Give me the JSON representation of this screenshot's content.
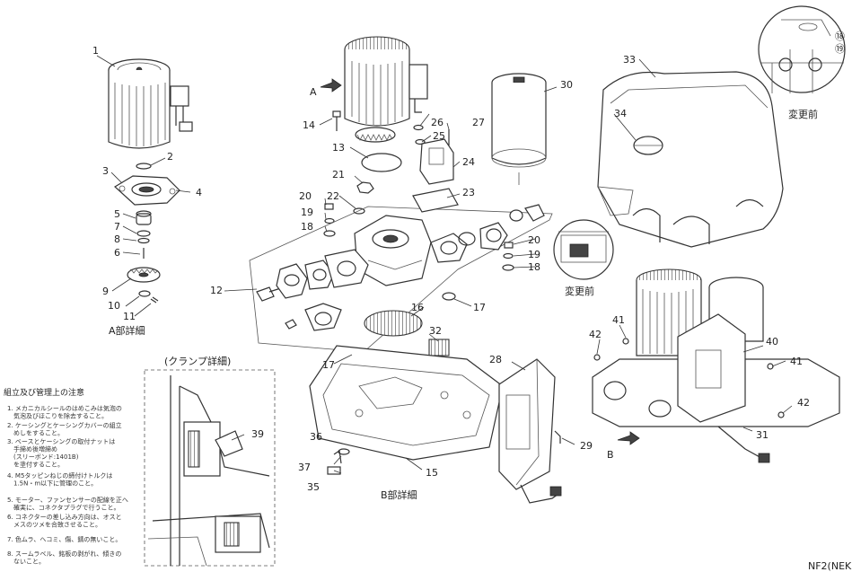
{
  "captions": {
    "a_detail": "A部詳細",
    "b_detail": "B部詳細",
    "clamp_detail": "(クランプ詳細)",
    "before_change_1": "変更前",
    "before_change_2": "変更前",
    "arrow_a": "A",
    "arrow_b": "B",
    "footer_code": "NF2(NEK"
  },
  "notes": {
    "title": "組立及び管理上の注意",
    "items": [
      "1. メカニカルシールのはめこみは気泡の\n　気泡及びほこりを除去すること。",
      "2. ケーシングとケーシングカバーの組立\n　めしをすること。",
      "3. ベースとケーシングの取付ナットは\n　手締め後増締め\n　(スリーボンド:1401B)\n　を塗付すること。",
      "4. M5タッピンねじの締付けトルクは\n　1.5N・m以下に管理のこと。",
      "5. モーター、ファンセンサーの配線を正へ\n　確実に、コネクタプラグで行うこと。",
      "6. コネクターの差し込み方向は、オスと\n　メスのツメを合致させること。",
      "7. 色ムラ、ヘコミ、傷、錆の無いこと。",
      "8. スームラベル、銘板の剥がれ、傾きの\n　ないこと。"
    ]
  },
  "labels": [
    {
      "id": "1",
      "text": "1"
    },
    {
      "id": "2",
      "text": "2"
    },
    {
      "id": "3",
      "text": "3"
    },
    {
      "id": "4",
      "text": "4"
    },
    {
      "id": "5",
      "text": "5"
    },
    {
      "id": "7",
      "text": "7"
    },
    {
      "id": "8",
      "text": "8"
    },
    {
      "id": "6",
      "text": "6"
    },
    {
      "id": "9",
      "text": "9"
    },
    {
      "id": "10",
      "text": "10"
    },
    {
      "id": "11",
      "text": "11"
    },
    {
      "id": "12",
      "text": "12"
    },
    {
      "id": "13",
      "text": "13"
    },
    {
      "id": "14",
      "text": "14"
    },
    {
      "id": "15",
      "text": "15"
    },
    {
      "id": "16",
      "text": "16"
    },
    {
      "id": "17a",
      "text": "17"
    },
    {
      "id": "17b",
      "text": "17"
    },
    {
      "id": "18a",
      "text": "18"
    },
    {
      "id": "18b",
      "text": "18"
    },
    {
      "id": "19a",
      "text": "19"
    },
    {
      "id": "19b",
      "text": "19"
    },
    {
      "id": "20a",
      "text": "20"
    },
    {
      "id": "20b",
      "text": "20"
    },
    {
      "id": "21",
      "text": "21"
    },
    {
      "id": "22",
      "text": "22"
    },
    {
      "id": "23",
      "text": "23"
    },
    {
      "id": "24",
      "text": "24"
    },
    {
      "id": "25",
      "text": "25"
    },
    {
      "id": "26",
      "text": "26"
    },
    {
      "id": "27",
      "text": "27"
    },
    {
      "id": "28",
      "text": "28"
    },
    {
      "id": "29",
      "text": "29"
    },
    {
      "id": "30",
      "text": "30"
    },
    {
      "id": "31",
      "text": "31"
    },
    {
      "id": "32",
      "text": "32"
    },
    {
      "id": "33",
      "text": "33"
    },
    {
      "id": "34",
      "text": "34"
    },
    {
      "id": "35",
      "text": "35"
    },
    {
      "id": "36",
      "text": "36"
    },
    {
      "id": "37",
      "text": "37"
    },
    {
      "id": "39",
      "text": "39"
    },
    {
      "id": "40",
      "text": "40"
    },
    {
      "id": "41a",
      "text": "41"
    },
    {
      "id": "41b",
      "text": "41"
    },
    {
      "id": "42a",
      "text": "42"
    },
    {
      "id": "42b",
      "text": "42"
    }
  ],
  "inset_markers": {
    "m1": "⑱",
    "m2": "⑲"
  }
}
